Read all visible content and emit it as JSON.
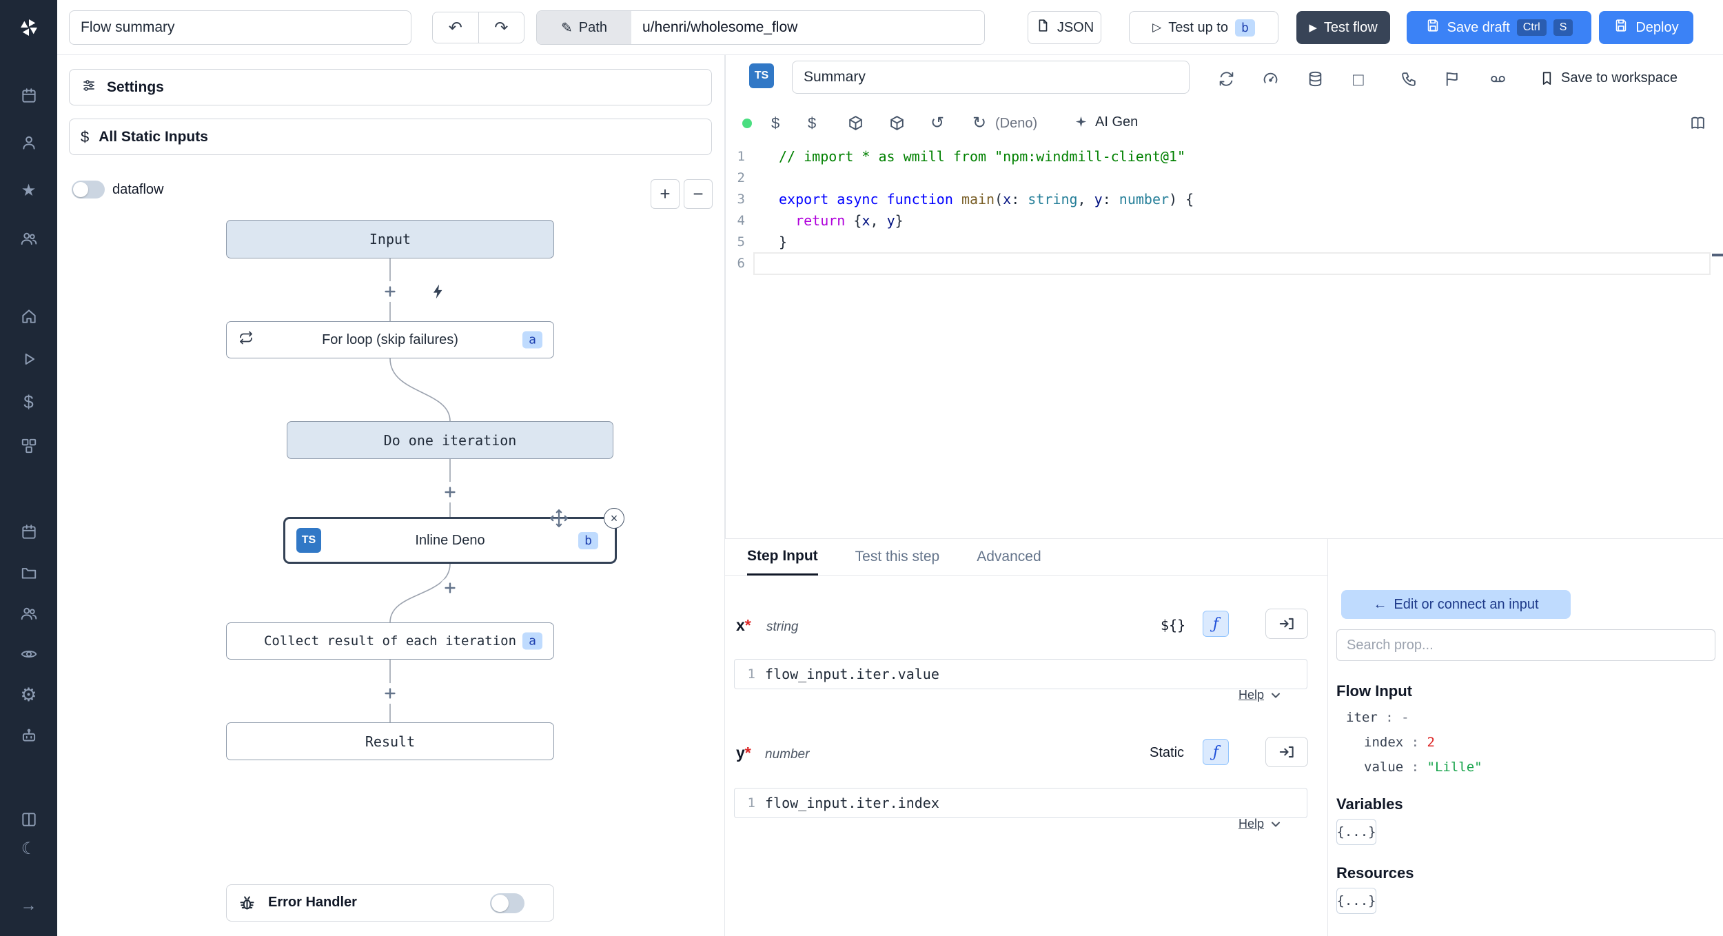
{
  "colors": {
    "accent_blue": "#3b82f6",
    "dark_button": "#384457",
    "badge_bg": "#bfdbfe",
    "badge_text": "#1e40af",
    "node_fill": "#dce6f1",
    "selected_border": "#334155",
    "required_star": "#dc2626",
    "prop_value_red": "#dc2626",
    "prop_value_green": "#16a34a",
    "lsp_status_green": "#4ade80"
  },
  "sidebar": {
    "icons": [
      "windmill-logo",
      "apps-icon",
      "account-icon",
      "favorites-icon",
      "members-icon",
      "home-icon",
      "runs-icon",
      "variables-icon",
      "resources-icon",
      "schedules-icon",
      "folders-icon",
      "groups-icon",
      "audit-logs-icon",
      "settings-icon",
      "workers-icon",
      "docs-icon",
      "dark-mode-icon",
      "collapse-sidebar-icon"
    ],
    "favorites_glyph": "★",
    "variables_glyph": "$",
    "settings_glyph": "⚙",
    "dark_mode_glyph": "☾",
    "collapse_glyph": "→"
  },
  "topbar": {
    "summary_value": "Flow summary",
    "undo_glyph": "↶",
    "redo_glyph": "↷",
    "path_pencil": "✎",
    "path_label": "Path",
    "path_value": "u/henri/wholesome_flow",
    "json_button": "JSON",
    "test_up_to": "Test up to",
    "test_up_to_badge": "b",
    "test_up_to_play": "▷",
    "test_flow": "Test flow",
    "test_flow_play": "▶",
    "save_draft": "Save draft",
    "shortcut_keys": [
      "Ctrl",
      "S"
    ],
    "deploy": "Deploy"
  },
  "flow_panel": {
    "settings": "Settings",
    "all_static_inputs": "All Static Inputs",
    "static_inputs_glyph": "$",
    "dataflow": "dataflow",
    "zoom_in": "+",
    "zoom_out": "−",
    "nodes": {
      "input": {
        "label": "Input"
      },
      "forloop": {
        "label": "For loop (skip failures)",
        "badge": "a"
      },
      "iteration": {
        "label": "Do one iteration"
      },
      "inline": {
        "label": "Inline Deno",
        "badge": "b",
        "lang": "TS"
      },
      "collect": {
        "label": "Collect result of each iteration",
        "badge": "a"
      },
      "result": {
        "label": "Result"
      }
    },
    "close_glyph": "×",
    "error_handler": "Error Handler"
  },
  "editor": {
    "lang": "TS",
    "summary_value": "Summary",
    "save_to_workspace": "Save to workspace",
    "runtime": "(Deno)",
    "ai_gen": "AI Gen",
    "dollar_glyph": "$",
    "history_glyph": "↺",
    "reload_glyph": "↻",
    "square_glyph": "□",
    "token_colors": {
      "comment": "#008000",
      "kw": "#0000ff",
      "kw2": "#af00db",
      "fn": "#795e26",
      "param": "#001080",
      "type": "#267f99",
      "plain": "#1f2937"
    },
    "lines": [
      [
        {
          "t": "// import * as wmill from \"npm:windmill-client@1\"",
          "c": "comment"
        }
      ],
      [],
      [
        {
          "t": "export",
          "c": "kw"
        },
        {
          "t": " ",
          "c": "plain"
        },
        {
          "t": "async",
          "c": "kw"
        },
        {
          "t": " ",
          "c": "plain"
        },
        {
          "t": "function",
          "c": "kw"
        },
        {
          "t": " ",
          "c": "plain"
        },
        {
          "t": "main",
          "c": "fn"
        },
        {
          "t": "(",
          "c": "plain"
        },
        {
          "t": "x",
          "c": "param"
        },
        {
          "t": ": ",
          "c": "plain"
        },
        {
          "t": "string",
          "c": "type"
        },
        {
          "t": ", ",
          "c": "plain"
        },
        {
          "t": "y",
          "c": "param"
        },
        {
          "t": ": ",
          "c": "plain"
        },
        {
          "t": "number",
          "c": "type"
        },
        {
          "t": ") {",
          "c": "plain"
        }
      ],
      [
        {
          "t": "  ",
          "c": "plain"
        },
        {
          "t": "return",
          "c": "kw2"
        },
        {
          "t": " {",
          "c": "plain"
        },
        {
          "t": "x",
          "c": "param"
        },
        {
          "t": ", ",
          "c": "plain"
        },
        {
          "t": "y",
          "c": "param"
        },
        {
          "t": "}",
          "c": "plain"
        }
      ],
      [
        {
          "t": "}",
          "c": "plain"
        }
      ],
      []
    ]
  },
  "step_panel": {
    "tabs": [
      "Step Input",
      "Test this step",
      "Advanced"
    ],
    "x": {
      "name": "x",
      "star": "*",
      "type": "string",
      "mode": "${}",
      "fx": "ƒ",
      "line_no": "1",
      "value": "flow_input.iter.value",
      "help": "Help"
    },
    "y": {
      "name": "y",
      "star": "*",
      "type": "number",
      "mode": "Static",
      "fx": "ƒ",
      "line_no": "1",
      "value": "flow_input.iter.index",
      "help": "Help"
    }
  },
  "prop_panel": {
    "back_arrow": "←",
    "edit_connect": "Edit or connect an input",
    "search_placeholder": "Search prop...",
    "flow_input": "Flow Input",
    "props": [
      {
        "key": "iter",
        "sep": " : ",
        "value": "-"
      },
      {
        "key": "index",
        "sep": " : ",
        "value": "2"
      },
      {
        "key": "value",
        "sep": " : ",
        "value": "\"Lille\""
      }
    ],
    "variables": "Variables",
    "resources": "Resources",
    "object_chip": "{...}"
  }
}
